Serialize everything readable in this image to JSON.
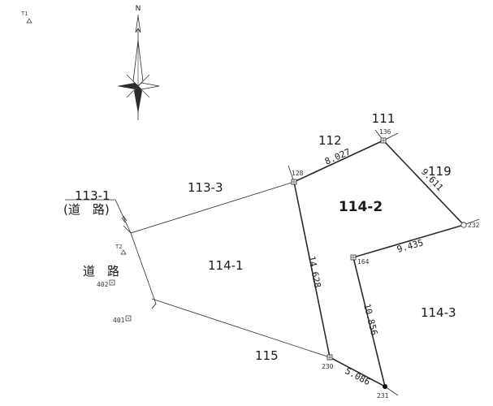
{
  "north_label": "N",
  "benchmarks": {
    "t1": "T1",
    "t2": "T2"
  },
  "lots": {
    "lot_111": "111",
    "lot_112": "112",
    "lot_119": "119",
    "lot_113_3": "113-3",
    "lot_113_1": "113-1",
    "lot_113_1_sub": "(道　路)",
    "lot_114_2": "114-2",
    "lot_114_1": "114-1",
    "lot_114_3": "114-3",
    "lot_115": "115",
    "road": "道　路"
  },
  "points": {
    "p136": "136",
    "p128": "128",
    "p232": "232",
    "p164": "164",
    "p230": "230",
    "p231": "231",
    "p402": "402",
    "p401": "401"
  },
  "dimensions": {
    "d_128_136": "8.027",
    "d_136_232": "9.611",
    "d_128_230": "14.628",
    "d_164_232": "9.435",
    "d_164_231": "10.856",
    "d_230_231": "5.086"
  },
  "colors": {
    "ink": "#2b2b2b",
    "paper": "#ffffff"
  }
}
